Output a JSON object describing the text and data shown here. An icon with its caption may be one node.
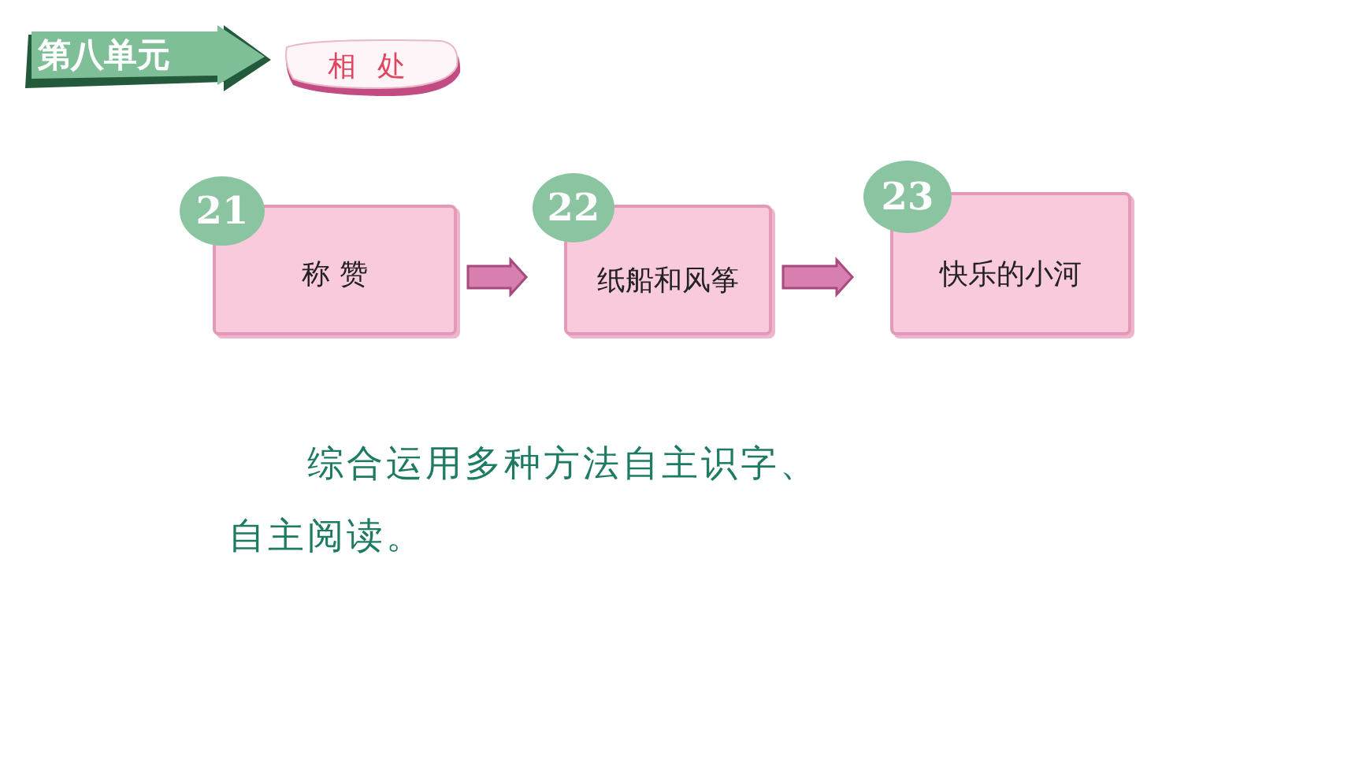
{
  "diagram": {
    "nodes": [
      {
        "text": [
          "第八单元"
        ]
      },
      {
        "text": [
          "相 处"
        ]
      },
      {
        "text": [
          "称 赞"
        ]
      },
      {
        "text": [
          "21"
        ]
      },
      {
        "text": [
          "纸船和风筝"
        ]
      },
      {
        "text": [
          "22"
        ]
      },
      {
        "text": [
          "快乐的小河"
        ]
      },
      {
        "text": [
          "23"
        ]
      }
    ],
    "edges": [
      {
        "from": 2,
        "to": 4,
        "arrow": "to"
      },
      {
        "from": 4,
        "to": 6,
        "arrow": "to"
      }
    ],
    "labels": [
      "综合运用多种方法自主识字、自主阅读。"
    ]
  }
}
